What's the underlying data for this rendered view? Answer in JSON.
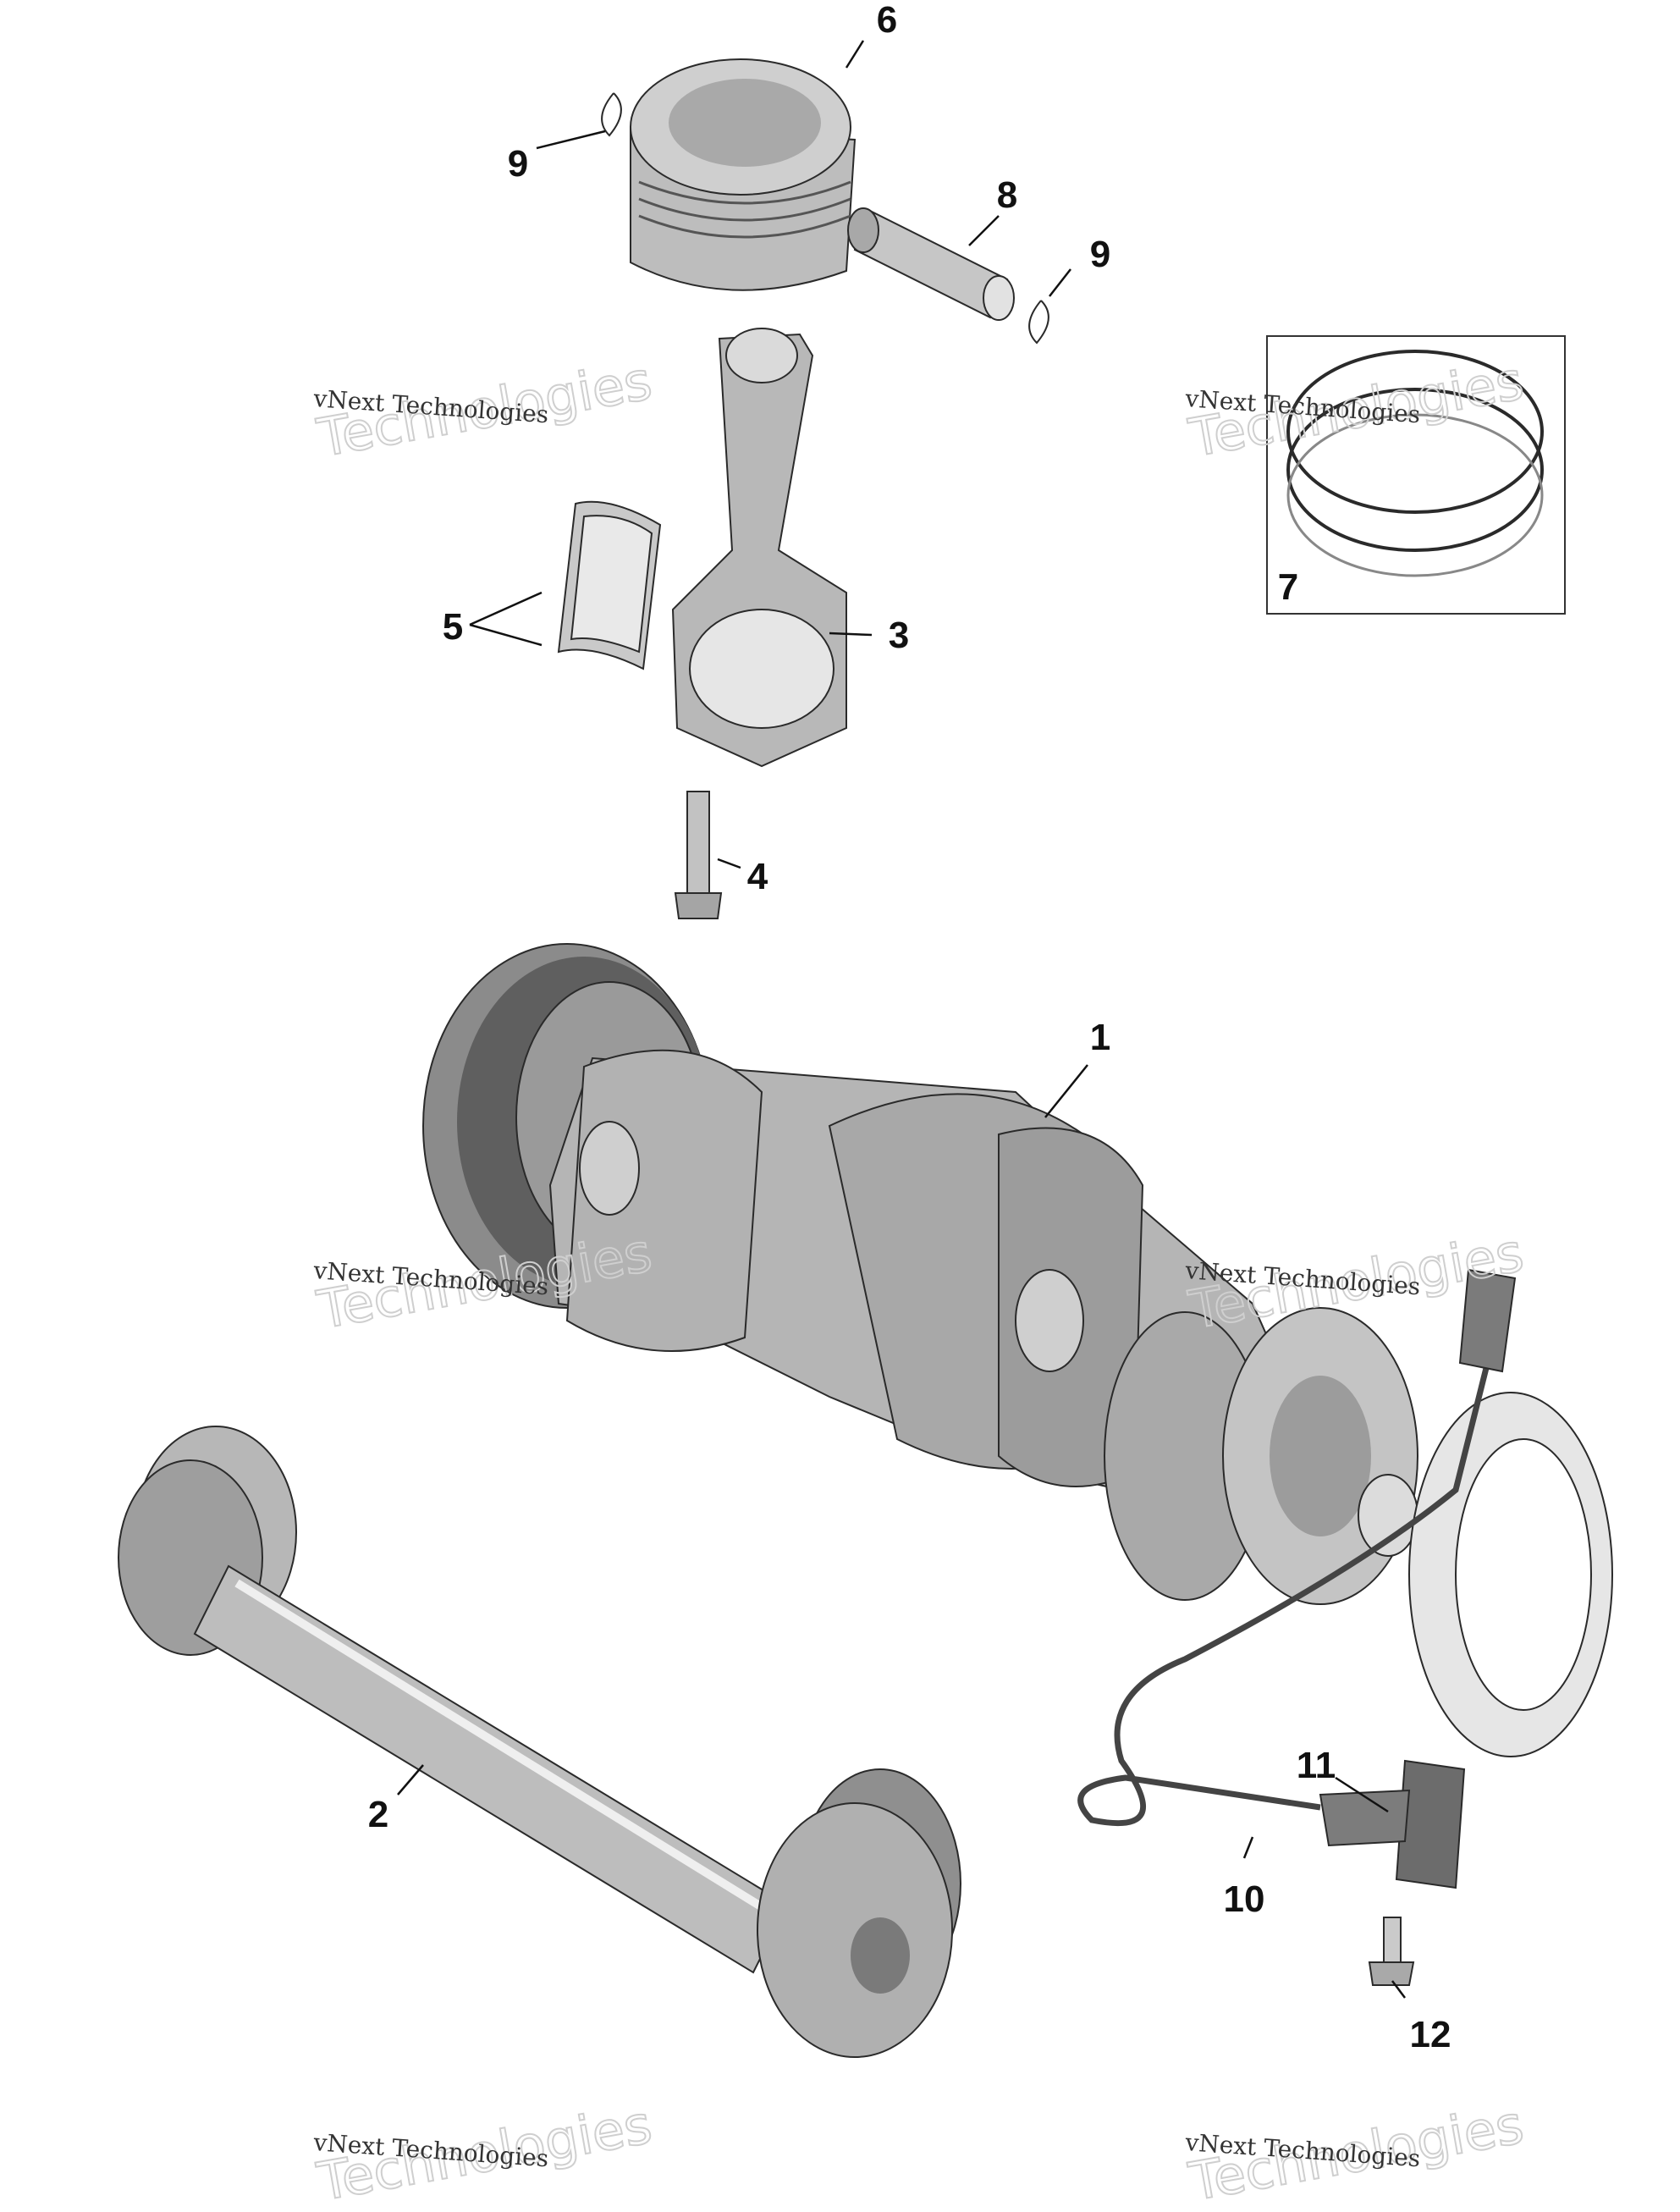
{
  "colors": {
    "part_fill": "#b9b9b9",
    "part_dark": "#8a8a8a",
    "part_light": "#dedede",
    "outline": "#2a2a2a",
    "callout": "#111111",
    "watermark": "#cfcfcf"
  },
  "callouts": {
    "c1": "1",
    "c2": "2",
    "c3": "3",
    "c4": "4",
    "c5": "5",
    "c6": "6",
    "c7": "7",
    "c8": "8",
    "c9a": "9",
    "c9b": "9",
    "c10": "10",
    "c11": "11",
    "c12": "12"
  },
  "watermarks": [
    {
      "line1": "vNext Technologies",
      "line2": "Technologies"
    },
    {
      "line1": "vNext Technologies",
      "line2": "Technologies"
    },
    {
      "line1": "vNext Technologies",
      "line2": "Technologies"
    },
    {
      "line1": "vNext Technologies",
      "line2": "Technologies"
    },
    {
      "line1": "vNext Technologies",
      "line2": "Technologies"
    },
    {
      "line1": "vNext Technologies",
      "line2": "Technologies"
    }
  ]
}
